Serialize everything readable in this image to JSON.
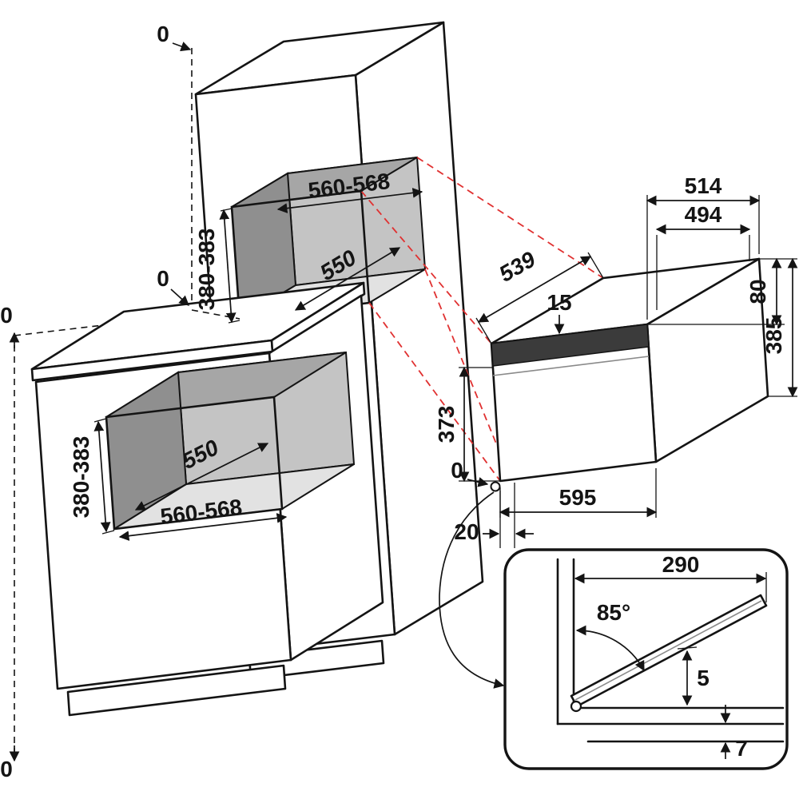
{
  "diagram": {
    "kind": "built-in compact oven installation drawing",
    "units": "mm",
    "accent_red": "#e03131",
    "line_color": "#141414"
  },
  "base_cabinet": {
    "zero_top": "0",
    "zero_bottom": "0",
    "niche_depth": "550",
    "niche_width": "560-568",
    "niche_height": "380-383"
  },
  "tall_cabinet": {
    "zero_top": "0",
    "zero_mid": "0",
    "niche_width": "560-568",
    "niche_depth": "550",
    "niche_height": "380-383"
  },
  "appliance": {
    "depth_with_door": "539",
    "depth_total": "514",
    "depth_body": "494",
    "top_clearance": "15",
    "rear_height": "80",
    "height": "385",
    "front_height": "373",
    "width": "595",
    "front_zero": "0",
    "door_offset": "20"
  },
  "door_detail": {
    "door_depth": "290",
    "opening_angle": "85°",
    "gap_bottom": "5",
    "gap_under": "7"
  }
}
